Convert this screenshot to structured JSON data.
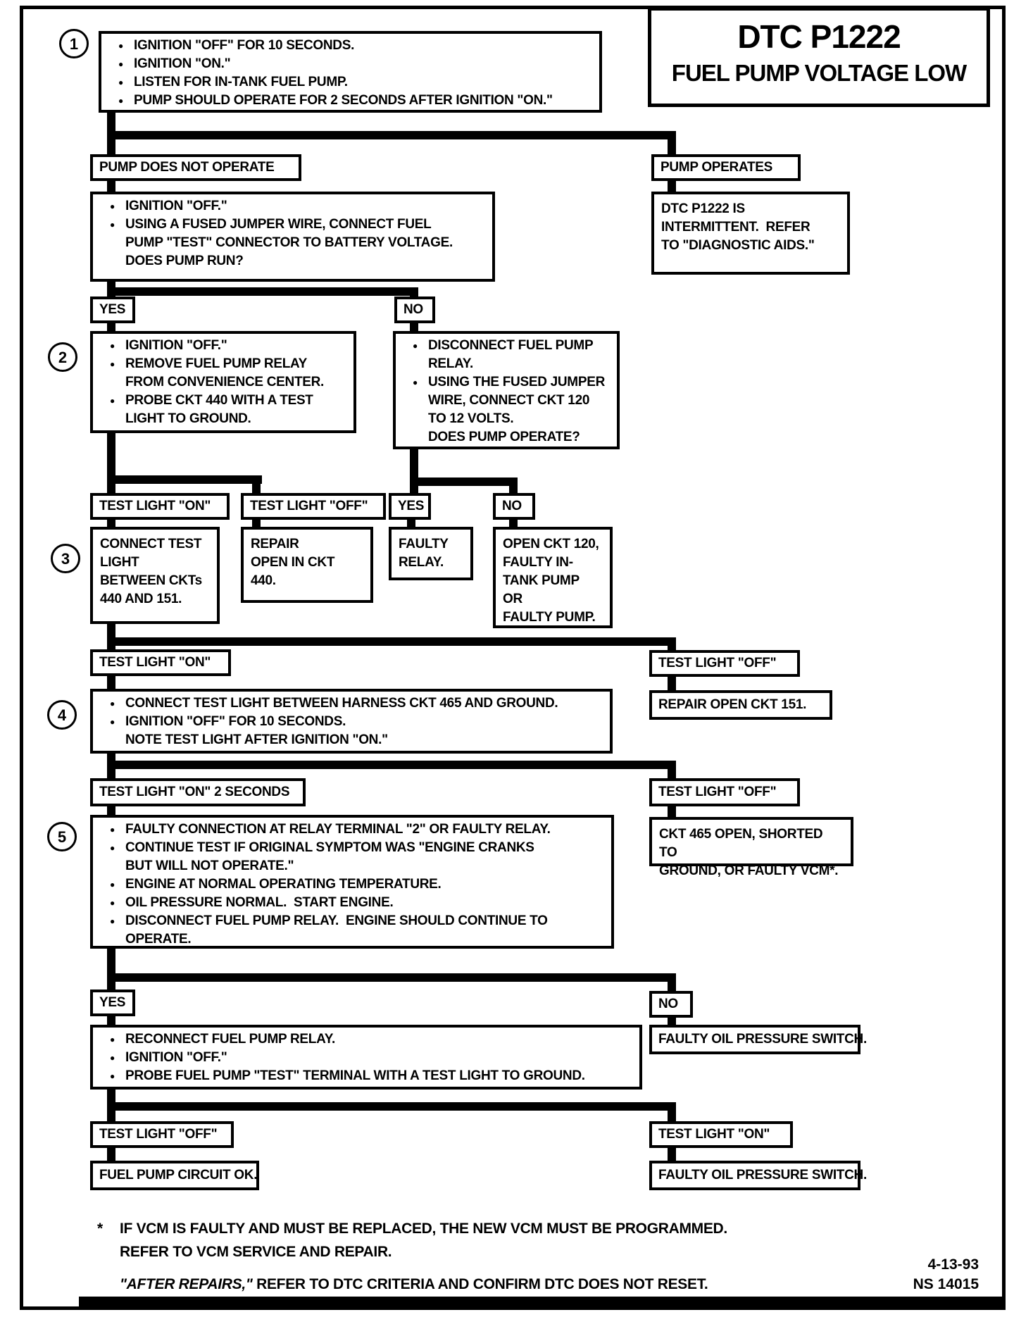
{
  "header": {
    "dtc_code": "DTC P1222",
    "dtc_title": "FUEL PUMP VOLTAGE LOW"
  },
  "ui": {
    "bullet": "●"
  },
  "flow": {
    "step1": {
      "number": "1",
      "items": [
        "IGNITION \"OFF\" FOR 10 SECONDS.",
        "IGNITION \"ON.\"",
        "LISTEN FOR IN-TANK FUEL PUMP.",
        "PUMP SHOULD OPERATE FOR 2 SECONDS AFTER IGNITION \"ON.\""
      ]
    },
    "pump_does_not_operate": "PUMP DOES NOT OPERATE",
    "pump_operates": "PUMP OPERATES",
    "intermittent": "DTC P1222 IS\nINTERMITTENT.  REFER\nTO \"DIAGNOSTIC AIDS.\"",
    "jumper_test": {
      "items": [
        "IGNITION \"OFF.\"",
        "USING A FUSED JUMPER WIRE, CONNECT FUEL\nPUMP \"TEST\" CONNECTOR TO BATTERY VOLTAGE.\nDOES PUMP RUN?"
      ]
    },
    "branch_run": {
      "yes": "YES",
      "no": "NO"
    },
    "step2": {
      "number": "2",
      "items": [
        "IGNITION \"OFF.\"",
        "REMOVE FUEL PUMP RELAY\nFROM CONVENIENCE CENTER.",
        "PROBE CKT 440 WITH A TEST\nLIGHT TO GROUND."
      ]
    },
    "relay_jumper": {
      "items": [
        "DISCONNECT FUEL PUMP\nRELAY.",
        "USING THE FUSED JUMPER\nWIRE, CONNECT CKT 120\nTO 12 VOLTS.\nDOES PUMP OPERATE?"
      ]
    },
    "branch_probe": {
      "test_light_on": "TEST LIGHT \"ON\"",
      "test_light_off": "TEST LIGHT \"OFF\"",
      "yes": "YES",
      "no": "NO"
    },
    "step3": {
      "number": "3",
      "text": "CONNECT TEST\nLIGHT\nBETWEEN CKTs\n440 AND 151."
    },
    "repair_ckt440": "REPAIR\nOPEN IN CKT\n440.",
    "faulty_relay": "FAULTY\nRELAY.",
    "open_ckt120": "OPEN CKT 120,\nFAULTY IN-\nTANK PUMP\nOR\nFAULTY PUMP.",
    "branch_ckt151": {
      "test_light_on": "TEST LIGHT \"ON\"",
      "test_light_off": "TEST LIGHT \"OFF\""
    },
    "repair_ckt151": "REPAIR OPEN CKT 151.",
    "step4": {
      "number": "4",
      "items": [
        "CONNECT TEST LIGHT BETWEEN HARNESS CKT 465 AND GROUND.",
        "IGNITION \"OFF\" FOR 10 SECONDS.\nNOTE TEST LIGHT AFTER IGNITION \"ON.\""
      ]
    },
    "branch_ckt465": {
      "on_2_seconds": "TEST LIGHT \"ON\" 2 SECONDS",
      "test_light_off": "TEST LIGHT \"OFF\""
    },
    "ckt465_open": "CKT 465 OPEN, SHORTED TO\nGROUND, OR FAULTY VCM*.",
    "step5": {
      "number": "5",
      "items": [
        "FAULTY CONNECTION AT RELAY TERMINAL \"2\" OR FAULTY RELAY.",
        "CONTINUE TEST IF ORIGINAL SYMPTOM WAS \"ENGINE CRANKS\nBUT WILL NOT OPERATE.\"",
        "ENGINE AT NORMAL OPERATING TEMPERATURE.",
        "OIL PRESSURE NORMAL.  START ENGINE.",
        "DISCONNECT FUEL PUMP RELAY.  ENGINE SHOULD CONTINUE TO\nOPERATE."
      ]
    },
    "branch_engine": {
      "yes": "YES",
      "no": "NO"
    },
    "faulty_oil_switch_no": "FAULTY OIL PRESSURE SWITCH.",
    "reconnect": {
      "items": [
        "RECONNECT FUEL PUMP RELAY.",
        "IGNITION \"OFF.\"",
        "PROBE FUEL PUMP \"TEST\" TERMINAL WITH A TEST LIGHT TO GROUND."
      ]
    },
    "branch_final": {
      "test_light_off": "TEST LIGHT \"OFF\"",
      "test_light_on": "TEST LIGHT \"ON\""
    },
    "fuel_pump_ok": "FUEL PUMP CIRCUIT OK.",
    "faulty_oil_switch_on": "FAULTY OIL PRESSURE SWITCH."
  },
  "footnotes": {
    "star": "*",
    "vcm_note_line1": "IF VCM IS FAULTY AND MUST BE REPLACED, THE NEW VCM MUST BE PROGRAMMED.",
    "vcm_note_line2": "REFER TO VCM SERVICE AND REPAIR.",
    "after_repairs_lead": "\"AFTER REPAIRS,\"",
    "after_repairs_rest": " REFER TO DTC CRITERIA AND CONFIRM DTC DOES NOT RESET.",
    "date": "4-13-93",
    "doc_number": "NS 14015"
  }
}
